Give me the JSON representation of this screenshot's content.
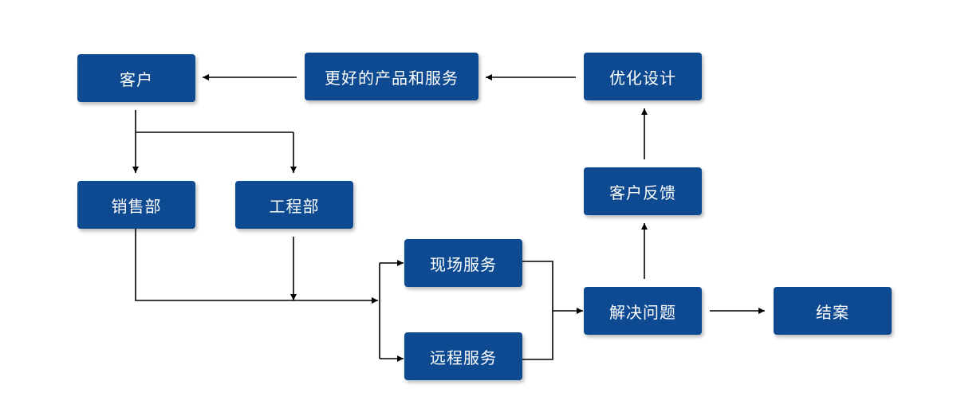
{
  "colors": {
    "node_fill": "#0d4a91",
    "node_text": "#ffffff",
    "connector": "#000000"
  },
  "nodes": {
    "customer": "客户",
    "better_products": "更好的产品和服务",
    "optimize_design": "优化设计",
    "sales_dept": "销售部",
    "engineering_dept": "工程部",
    "customer_feedback": "客户反馈",
    "onsite_service": "现场服务",
    "solve_problem": "解决问题",
    "close_case": "结案",
    "remote_service": "远程服务"
  }
}
